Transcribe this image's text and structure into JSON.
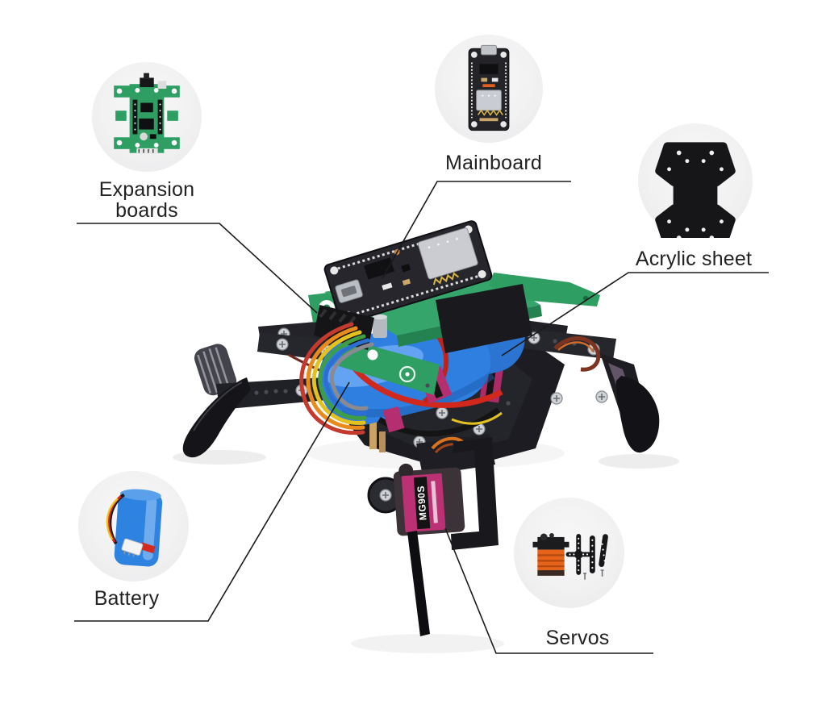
{
  "figure": {
    "type": "product-parts-callout-diagram",
    "subject": "quadruped spider robot kit"
  },
  "labels": {
    "expansion_line1": "Expansion",
    "expansion_line2": "boards",
    "mainboard": "Mainboard",
    "acrylic_sheet": "Acrylic sheet",
    "battery": "Battery",
    "servos": "Servos"
  },
  "robot": {
    "front_servo_label": "MG90S"
  },
  "icons": {
    "expansion": "expansion-board-icon",
    "mainboard": "mainboard-icon",
    "acrylic": "acrylic-sheet-icon",
    "battery": "battery-icon",
    "servos": "servos-icon"
  },
  "colors": {
    "background": "#ffffff",
    "thumb_circle_bg": "#f0f0f1",
    "leader_line": "#1a1a1a",
    "label_text": "#222222",
    "pcb_green": "#2f9e63",
    "pcb_green_dark": "#23824f",
    "battery_blue": "#2e7fe0",
    "servo_magenta": "#bc3173",
    "servo_orange": "#e8631a",
    "chassis_black": "#1c1c22",
    "shield_silver": "#caccd2"
  }
}
